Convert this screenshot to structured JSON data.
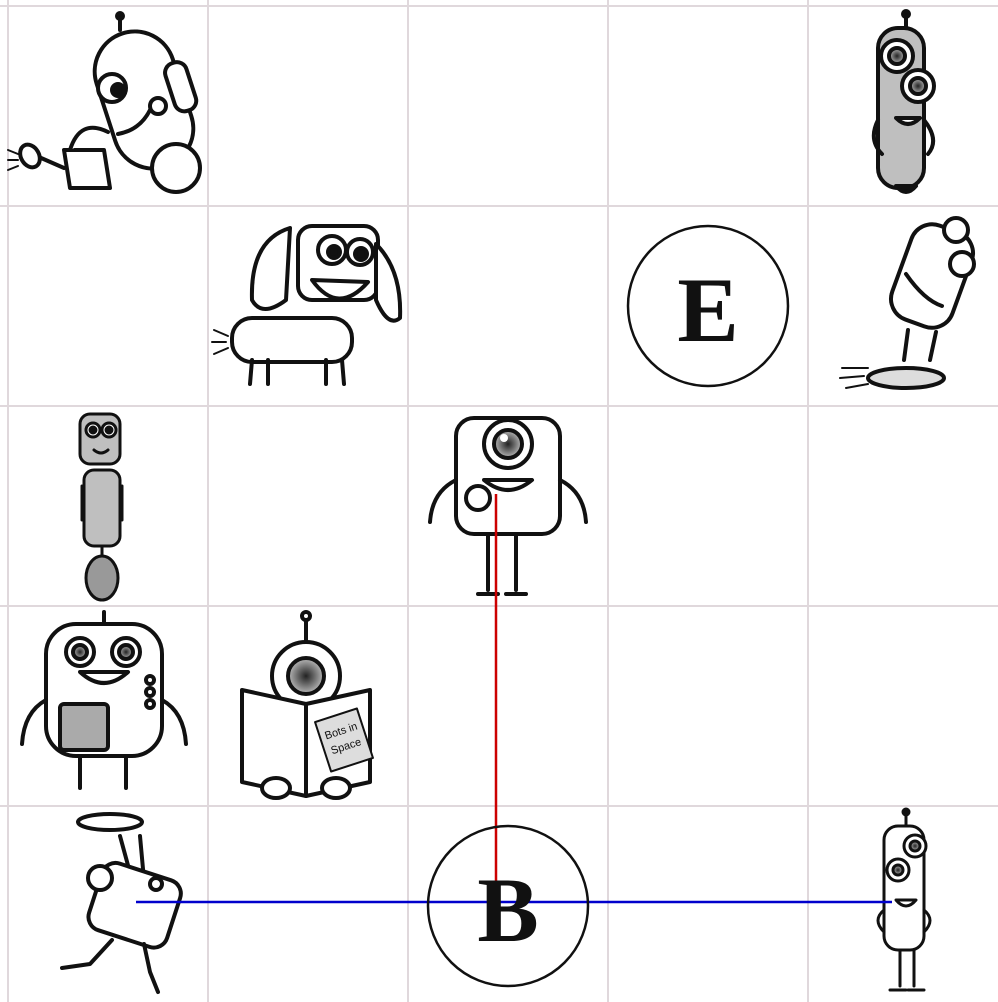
{
  "board": {
    "rows": 5,
    "cols": 5,
    "grid_color": "#e0d8dc",
    "background": "#ffffff"
  },
  "markers": {
    "E": {
      "label": "E",
      "row": 1,
      "col": 3
    },
    "B": {
      "label": "B",
      "row": 4,
      "col": 2
    }
  },
  "robots": [
    {
      "id": "watering-robot",
      "row": 0,
      "col": 0
    },
    {
      "id": "twin-eye-tall-robot",
      "row": 0,
      "col": 4
    },
    {
      "id": "robot-dog",
      "row": 1,
      "col": 1
    },
    {
      "id": "skateboard-robot",
      "row": 1,
      "col": 4
    },
    {
      "id": "unicycle-robot",
      "row": 2,
      "col": 0
    },
    {
      "id": "cyclops-robot",
      "row": 2,
      "col": 2
    },
    {
      "id": "gear-belly-robot",
      "row": 3,
      "col": 0
    },
    {
      "id": "reading-robot",
      "row": 3,
      "col": 1,
      "book_text": "Bots in Space"
    },
    {
      "id": "frisbee-robot",
      "row": 4,
      "col": 0
    },
    {
      "id": "slim-twin-eye-robot",
      "row": 4,
      "col": 4
    }
  ],
  "lines": [
    {
      "id": "red-line",
      "color": "#cc0000",
      "from": "cyclops-robot",
      "to": "B"
    },
    {
      "id": "blue-line",
      "color": "#0000cc",
      "from": "frisbee-robot",
      "to": "slim-twin-eye-robot"
    }
  ]
}
